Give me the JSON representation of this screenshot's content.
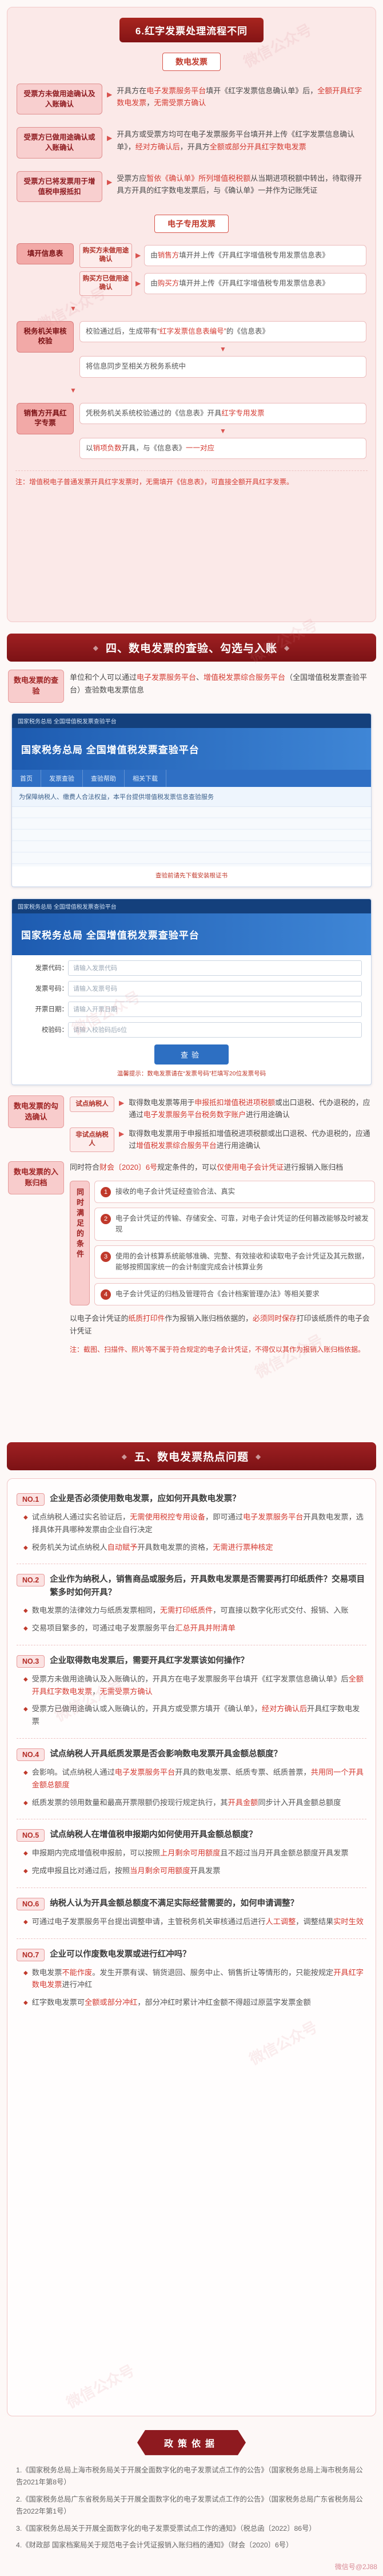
{
  "wm": {
    "diag": "微信公众号",
    "corner": "微信号@2J88"
  },
  "icons": {
    "arrow_right": "▶",
    "arrow_down": "▼",
    "bullet": "◆",
    "banner_diamond": "◆"
  },
  "s6": {
    "title": "6.红字发票处理流程不同",
    "tag1": "数电发票",
    "rows": [
      {
        "cond": "受票方未做用途确认及入账确认",
        "desc": [
          [
            "开具方在",
            ""
          ],
          [
            "电子发票服务平台",
            "r"
          ],
          [
            "填开《红字发票信息确认单》后，",
            ""
          ],
          [
            "全额开具红字数电发票",
            "r"
          ],
          [
            "，",
            ""
          ],
          [
            "无需受票方确认",
            "r"
          ]
        ]
      },
      {
        "cond": "受票方已做用途确认或入账确认",
        "desc": [
          [
            "开具方或受票方均可在电子发票服务平台填开并上传《红字发票信息确认单》，",
            ""
          ],
          [
            "经对方确认后",
            "r"
          ],
          [
            "，开具方",
            ""
          ],
          [
            "全额或部分开具红字数电发票",
            "r"
          ]
        ]
      },
      {
        "cond": "受票方已将发票用于增值税申报抵扣",
        "desc": [
          [
            "受票方应",
            ""
          ],
          [
            "暂依《确认单》所列增值税税额",
            "r"
          ],
          [
            "从当期进项税额中转出，待取得开具方开具的红字数电发票后，与《确认单》一并作为记账凭证",
            ""
          ]
        ]
      }
    ],
    "tag2": "电子专用发票",
    "flow": {
      "step1": "填开信息表",
      "b": [
        {
          "tag": "购买方未做用途确认",
          "desc": [
            [
              "由",
              ""
            ],
            [
              "销售方",
              "r"
            ],
            [
              "填开并上传《开具红字增值税专用发票信息表》",
              ""
            ]
          ]
        },
        {
          "tag": "购买方已做用途确认",
          "desc": [
            [
              "由",
              ""
            ],
            [
              "购买方",
              "r"
            ],
            [
              "填开并上传《开具红字增值税专用发票信息表》",
              ""
            ]
          ]
        }
      ],
      "step2": "税务机关审核校验",
      "s2": [
        [
          [
            "校验通过后，生成带有",
            ""
          ],
          [
            "“红字发票信息表编号”",
            "r"
          ],
          [
            "的《信息表》",
            ""
          ]
        ],
        [
          [
            "将信息同步至相关方税务系统中",
            ""
          ]
        ]
      ],
      "step3": "销售方开具红字专票",
      "s3": [
        [
          [
            "凭税务机关系统校验通过的《信息表》开具",
            ""
          ],
          [
            "红字专用发票",
            "r"
          ]
        ],
        [
          [
            "以",
            ""
          ],
          [
            "销项负数",
            "r"
          ],
          [
            "开具，与《信息表》",
            ""
          ],
          [
            "一一对应",
            "r"
          ]
        ]
      ]
    },
    "note": [
      [
        "注：增值税电子普通发票开具红字发票时，",
        ""
      ],
      [
        "无需填开《信息表》",
        "r"
      ],
      [
        "，可直接全额开具红字发票。",
        ""
      ]
    ]
  },
  "s4": {
    "title": "四、数电发票的查验、勾选与入账",
    "check": {
      "label": "数电发票的查验",
      "desc": [
        [
          "单位和个人可以通过",
          ""
        ],
        [
          "电子发票服务平台",
          "r"
        ],
        [
          "、",
          ""
        ],
        [
          "增值税发票综合服务平台",
          "r"
        ],
        [
          "（全国增值税发票查验平台）查验数电发票信息",
          ""
        ]
      ]
    },
    "shot1": {
      "site": "国家税务总局 全国增值税发票查验平台",
      "nav": [
        "首页",
        "发票查验",
        "查验帮助",
        "相关下载"
      ],
      "notice": "为保障纳税人、缴费人合法权益，本平台提供增值税发票信息查验服务",
      "tip": "查验前请先下载安装根证书"
    },
    "shot2": {
      "site": "国家税务总局 全国增值税发票查验平台",
      "form": [
        {
          "label": "发票代码：",
          "ph": "请输入发票代码"
        },
        {
          "label": "发票号码：",
          "ph": "请输入发票号码"
        },
        {
          "label": "开票日期：",
          "ph": "请输入开票日期"
        },
        {
          "label": "校验码：",
          "ph": "请输入校验码后6位"
        }
      ],
      "btn": "查验",
      "tip": "温馨提示：数电发票请在“发票号码”栏填写20位发票号码"
    },
    "gx": {
      "label": "数电发票的勾选确认",
      "rows": [
        {
          "tag": "试点纳税人",
          "desc": [
            [
              "取得数电发票等用于",
              ""
            ],
            [
              "申报抵扣增值税进项税额",
              "r"
            ],
            [
              "或出口退税、代办退税的，应通过",
              ""
            ],
            [
              "电子发票服务平台税务数字账户",
              "r"
            ],
            [
              "进行用途确认",
              ""
            ]
          ]
        },
        {
          "tag": "非试点纳税人",
          "desc": [
            [
              "取得数电发票用于申报抵扣增值税进项税额或出口退税、代办退税的，应通过",
              ""
            ],
            [
              "增值税发票综合服务平台",
              "r"
            ],
            [
              "进行用途确认",
              ""
            ]
          ]
        }
      ]
    },
    "rz": {
      "label": "数电发票的入账归档",
      "intro": [
        [
          "同时符合",
          ""
        ],
        [
          "财会〔2020〕6号",
          "r"
        ],
        [
          "规定条件的，可以",
          ""
        ],
        [
          "仅使用电子会计凭证",
          "r"
        ],
        [
          "进行报销入账归档",
          ""
        ]
      ],
      "cond_label": "同时满足的条件",
      "conds": [
        {
          "n": "1",
          "text": "接收的电子会计凭证经查验合法、真实"
        },
        {
          "n": "2",
          "text": "电子会计凭证的传输、存储安全、可靠，对电子会计凭证的任何篡改能够及时被发现"
        },
        {
          "n": "3",
          "text": "使用的会计核算系统能够准确、完整、有效接收和读取电子会计凭证及其元数据，能够按照国家统一的会计制度完成会计核算业务"
        },
        {
          "n": "4",
          "text": "电子会计凭证的归档及管理符合《会计档案管理办法》等相关要求"
        }
      ],
      "print": [
        [
          "以电子会计凭证的",
          ""
        ],
        [
          "纸质打印件",
          "r"
        ],
        [
          "作为报销入账归档依据的，",
          ""
        ],
        [
          "必须同时保存",
          "r"
        ],
        [
          "打印该纸质件的电子会计凭证",
          ""
        ]
      ],
      "note": [
        [
          "注：截图、扫描件、照片等不属于符合规定的电子会计凭证，不得仅以其作为报销入账归档依据。",
          ""
        ]
      ]
    }
  },
  "s5": {
    "title": "五、数电发票热点问题",
    "items": [
      {
        "no": "NO.1",
        "q": "企业是否必须使用数电发票，应如何开具数电发票？",
        "a": [
          [
            [
              "试点纳税人通过实名验证后，",
              ""
            ],
            [
              "无需使用税控专用设备",
              "r"
            ],
            [
              "，即可通过",
              ""
            ],
            [
              "电子发票服务平台",
              "r"
            ],
            [
              "开具数电发票，选择具体开具哪种发票由企业自行决定",
              ""
            ]
          ],
          [
            [
              "税务机关为试点纳税人",
              ""
            ],
            [
              "自动赋予",
              "r"
            ],
            [
              "开具数电发票的资格，",
              ""
            ],
            [
              "无需进行票种核定",
              "r"
            ]
          ]
        ]
      },
      {
        "no": "NO.2",
        "q": "企业作为纳税人，销售商品或服务后，开具数电发票是否需要再打印纸质件？交易项目繁多时如何开具？",
        "a": [
          [
            [
              "数电发票的法律效力与纸质发票相同，",
              ""
            ],
            [
              "无需打印纸质件",
              "r"
            ],
            [
              "，可直接以数字化形式交付、报销、入账",
              ""
            ]
          ],
          [
            [
              "交易项目繁多的，可通过电子发票服务平台",
              ""
            ],
            [
              "汇总开具并附清单",
              "r"
            ]
          ]
        ]
      },
      {
        "no": "NO.3",
        "q": "企业取得数电发票后，需要开具红字发票该如何操作？",
        "a": [
          [
            [
              "受票方未做用途确认及入账确认的，开具方在电子发票服务平台填开《红字发票信息确认单》后",
              ""
            ],
            [
              "全额开具红字数电发票",
              "r"
            ],
            [
              "，",
              ""
            ],
            [
              "无需受票方确认",
              "r"
            ]
          ],
          [
            [
              "受票方已做用途确认或入账确认的，开具方或受票方填开《确认单》，",
              ""
            ],
            [
              "经对方确认后",
              "r"
            ],
            [
              "开具红字数电发票",
              ""
            ]
          ]
        ]
      },
      {
        "no": "NO.4",
        "q": "试点纳税人开具纸质发票是否会影响数电发票开具金额总额度？",
        "a": [
          [
            [
              "会影响。试点纳税人通过",
              ""
            ],
            [
              "电子发票服务平台",
              "r"
            ],
            [
              "开具的数电发票、纸质专票、纸质普票，",
              ""
            ],
            [
              "共用同一个开具金额总额度",
              "r"
            ]
          ],
          [
            [
              "纸质发票的领用数量和最高开票限额仍按现行规定执行，其",
              ""
            ],
            [
              "开具金额",
              "r"
            ],
            [
              "同步计入开具金额总额度",
              ""
            ]
          ]
        ]
      },
      {
        "no": "NO.5",
        "q": "试点纳税人在增值税申报期内如何使用开具金额总额度？",
        "a": [
          [
            [
              "申报期内完成增值税申报前，可以按照",
              ""
            ],
            [
              "上月剩余可用额度",
              "r"
            ],
            [
              "且不超过当月开具金额总额度开具发票",
              ""
            ]
          ],
          [
            [
              "完成申报且比对通过后，按照",
              ""
            ],
            [
              "当月剩余可用额度",
              "r"
            ],
            [
              "开具发票",
              ""
            ]
          ]
        ]
      },
      {
        "no": "NO.6",
        "q": "纳税人认为开具金额总额度不满足实际经营需要的，如何申请调整？",
        "a": [
          [
            [
              "可通过电子发票服务平台提出调整申请，主管税务机关审核通过后进行",
              ""
            ],
            [
              "人工调整",
              "r"
            ],
            [
              "，调整结果",
              ""
            ],
            [
              "实时生效",
              "r"
            ]
          ]
        ]
      },
      {
        "no": "NO.7",
        "q": "企业可以作废数电发票或进行红冲吗？",
        "a": [
          [
            [
              "数电发票",
              ""
            ],
            [
              "不能作废",
              "r"
            ],
            [
              "。发生开票有误、销货退回、服务中止、销售折让等情形的，只能按规定",
              ""
            ],
            [
              "开具红字数电发票",
              "r"
            ],
            [
              "进行冲红",
              ""
            ]
          ],
          [
            [
              "红字数电发票可",
              ""
            ],
            [
              "全额或部分冲红",
              "r"
            ],
            [
              "，部分冲红时累计冲红金额不得超过原蓝字发票金额",
              ""
            ]
          ]
        ]
      }
    ]
  },
  "policy": {
    "title": "政策依据",
    "items": [
      "1.《国家税务总局上海市税务局关于开展全面数字化的电子发票试点工作的公告》（国家税务总局上海市税务局公告2021年第8号）",
      "2.《国家税务总局广东省税务局关于开展全面数字化的电子发票试点工作的公告》（国家税务总局广东省税务局公告2022年第1号）",
      "3.《国家税务总局关于开展全面数字化的电子发票受票试点工作的通知》（税总函〔2022〕86号）",
      "4.《财政部 国家档案局关于规范电子会计凭证报销入账归档的通知》（财会〔2020〕6号）"
    ]
  }
}
